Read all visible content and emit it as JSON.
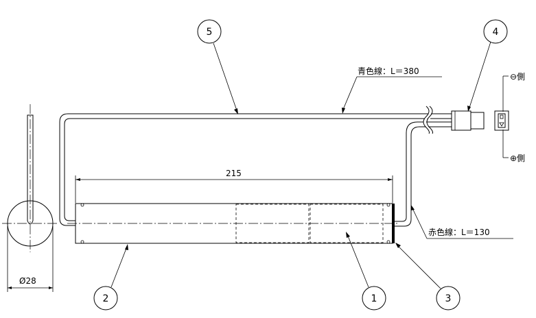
{
  "dimensions": {
    "length": "215",
    "diameter": "Ø28"
  },
  "wire_labels": {
    "blue": "青色線：L＝380",
    "red": "赤色線：L＝130"
  },
  "polarity": {
    "negative": "⊖側",
    "positive": "⊕側"
  },
  "balloons": {
    "b1": "1",
    "b2": "2",
    "b3": "3",
    "b4": "4",
    "b5": "5"
  }
}
